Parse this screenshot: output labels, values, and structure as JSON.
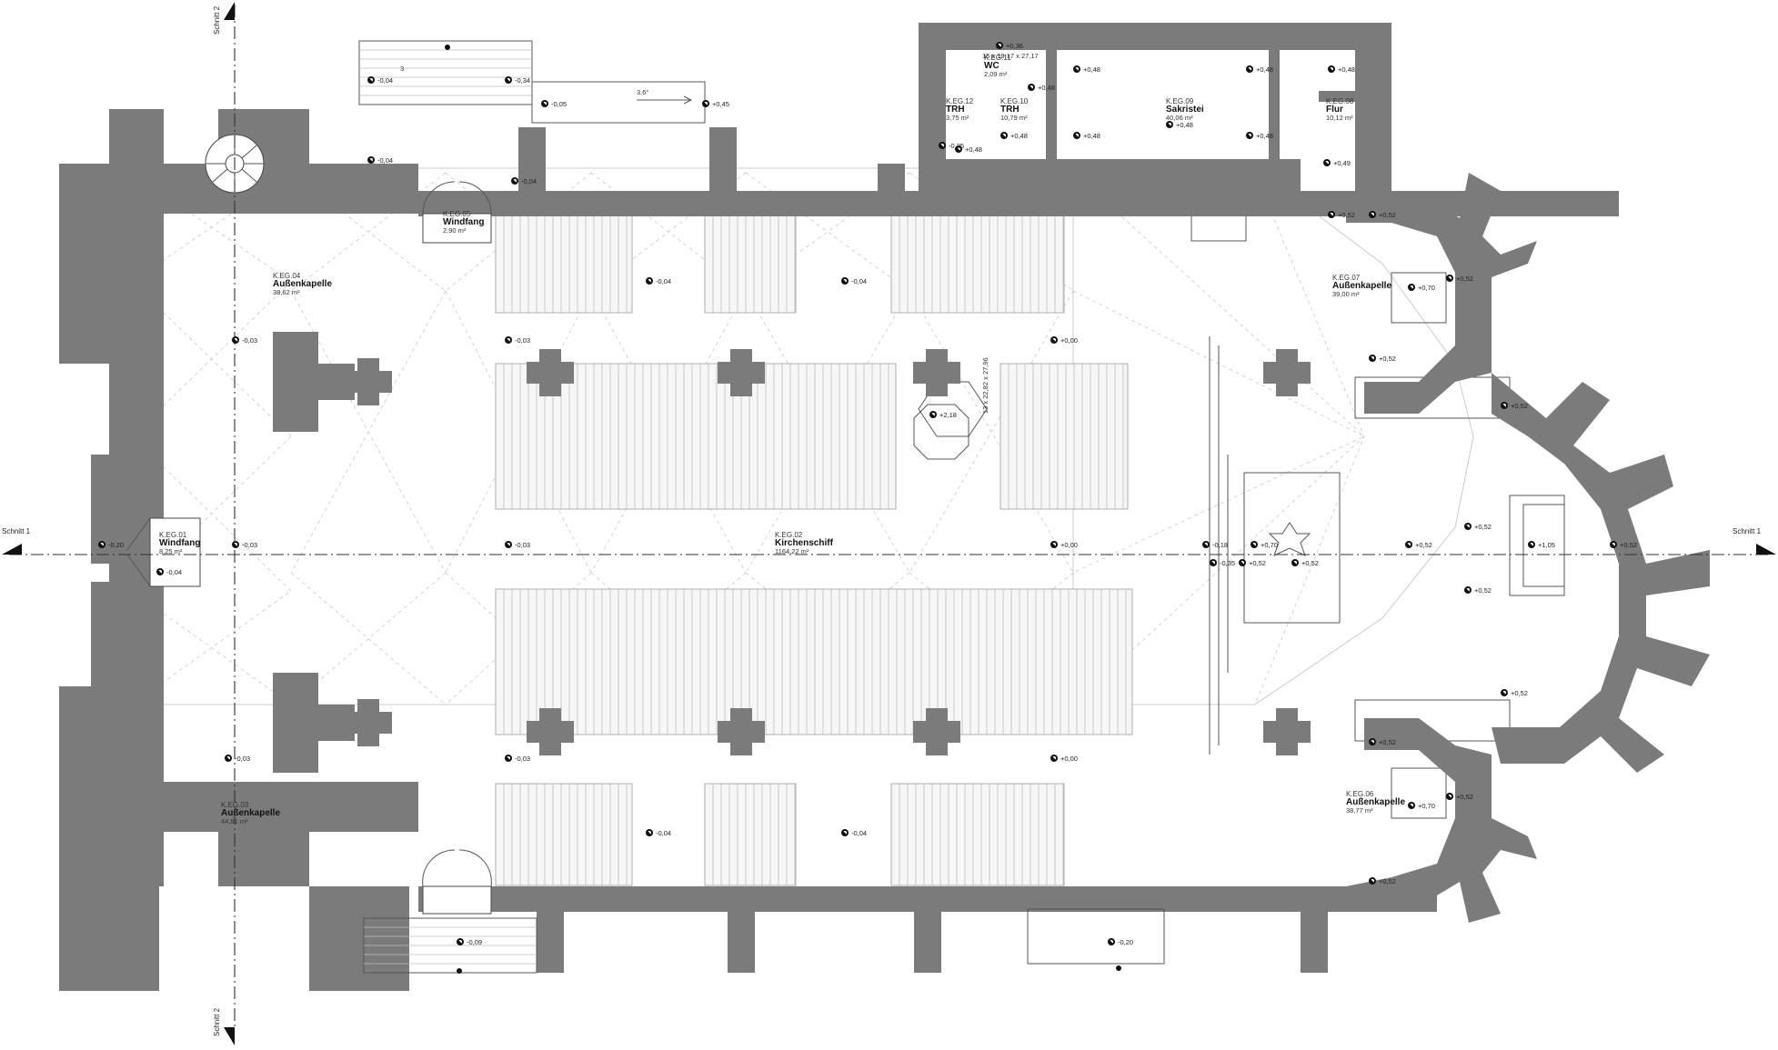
{
  "rooms": [
    {
      "id": "r01",
      "code": "K.EG.01",
      "name": "Windfang",
      "area": "8,25 m²"
    },
    {
      "id": "r02",
      "code": "K.EG.02",
      "name": "Kirchenschiff",
      "area": "1164,22 m²"
    },
    {
      "id": "r03",
      "code": "K.EG.03",
      "name": "Außenkapelle",
      "area": "44,81 m²"
    },
    {
      "id": "r04",
      "code": "K.EG.04",
      "name": "Außenkapelle",
      "area": "38,62 m²"
    },
    {
      "id": "r05",
      "code": "K.EG.05",
      "name": "Windfang",
      "area": "2,90 m²"
    },
    {
      "id": "r06",
      "code": "K.EG.06",
      "name": "Außenkapelle",
      "area": "38,77 m²"
    },
    {
      "id": "r07",
      "code": "K.EG.07",
      "name": "Außenkapelle",
      "area": "39,00 m²"
    },
    {
      "id": "r08",
      "code": "K.EG.08",
      "name": "Flur",
      "area": "10,12 m²"
    },
    {
      "id": "r09",
      "code": "K.EG.09",
      "name": "Sakristei",
      "area": "40,06 m²"
    },
    {
      "id": "r10",
      "code": "K.EG.10",
      "name": "TRH",
      "area": "10,79 m²"
    },
    {
      "id": "r11",
      "code": "K.EG.11",
      "name": "WC",
      "area": "2,09 m²"
    },
    {
      "id": "r12",
      "code": "K.EG.12",
      "name": "TRH",
      "area": "3,75 m²"
    }
  ],
  "levels": {
    "l01": "-0,04",
    "l02": "-0,34",
    "l03": "-0,05",
    "l04": "+0,45",
    "l05": "-0,04",
    "l06": "-0,04",
    "l07": "-0,03",
    "l08": "-0,03",
    "l09": "+0,00",
    "l10": "-0,04",
    "l11": "-0,04",
    "l12": "+2,18",
    "l13": "-0,20",
    "l14": "-0,04",
    "l15": "-0,03",
    "l16": "-0,03",
    "l17": "+0,00",
    "l18": "-0,18",
    "l19": "+0,70",
    "l20": "-0,35",
    "l21": "+0,52",
    "l22": "+0,52",
    "l23": "+1,05",
    "l24": "+0,52",
    "l25": "-0,03",
    "l26": "-0,03",
    "l27": "+0,00",
    "l28": "-0,04",
    "l29": "-0,04",
    "l30": "-0,09",
    "l31": "-0,20",
    "l32": "+0,52",
    "l33": "+0,52",
    "l34": "+0,70",
    "l35": "+0,52",
    "l36": "+0,52",
    "l37": "+0,52",
    "l38": "+0,52",
    "l39": "+0,70",
    "l40": "+0,52",
    "l41": "+0,52",
    "l42": "+0,52",
    "l43": "+0,36",
    "l44": "+0,48",
    "l45": "+0,48",
    "l46": "+0,48",
    "l47": "+0,48",
    "l48": "+0,48",
    "l49": "+0,48",
    "l50": "+0,48",
    "l51": "+0,48",
    "l52": "+0,48",
    "l53": "-0,25",
    "l54": "+0,49",
    "l55": "+0,52",
    "l56": "+0,52",
    "l57": "+0,52"
  },
  "sections": {
    "s1_left": "Schnitt 1",
    "s1_right": "Schnitt 1",
    "s2_top": "Schnitt 2",
    "s2_bottom": "Schnitt 2"
  },
  "annotations": {
    "ramp": "3,6°",
    "stair_main": "15 x 18,17 x 27,17",
    "stair_tower": "13 x 22,82 x 27,96",
    "step_count": "3"
  },
  "colors": {
    "wall": "#7b7b7b",
    "background": "#ffffff",
    "ink": "#111111"
  }
}
